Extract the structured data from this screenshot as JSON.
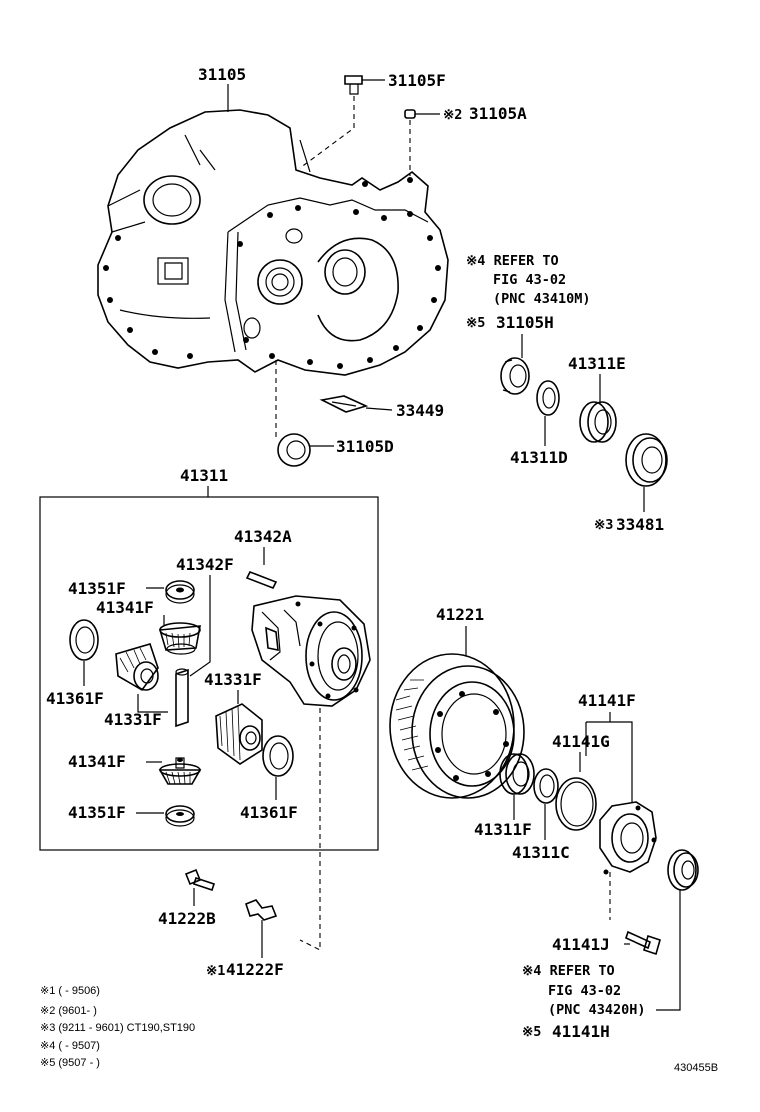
{
  "labels": {
    "case": "31105",
    "bolt_f": "31105F",
    "plug_a": "31105A",
    "plug_a_mark": "※2",
    "seal_h": "31105H",
    "seal_h_mark": "※5",
    "plate": "33449",
    "seal_d": "31105D",
    "bearing_e": "41311E",
    "shim_d": "41311D",
    "seal_33481": "33481",
    "seal_33481_mark": "※3",
    "diff_assy": "41311",
    "pin_a": "41342A",
    "shaft_f": "41342F",
    "washer_top": "41351F",
    "pinion_top": "41341F",
    "washer_left": "41361F",
    "side_gear_left": "41331F",
    "side_gear_right": "41331F",
    "pinion_bottom": "41341F",
    "washer_bottom": "41351F",
    "washer_right": "41361F",
    "ring_gear": "41221",
    "retainer_f": "41141F",
    "shim_g": "41141G",
    "bearing_f": "41311F",
    "shim_c": "41311C",
    "bolt_b": "41222B",
    "lock_plate": "41222F",
    "lock_plate_mark": "※1",
    "bolt_j": "41141J",
    "seal_41141h": "41141H",
    "seal_41141h_mark": "※5",
    "fig_number": "430455B"
  },
  "refer_top": {
    "line1": "※4 REFER TO",
    "line2": "FIG 43-02",
    "line3": "(PNC 43410M)"
  },
  "refer_bottom": {
    "line1": "※4 REFER TO",
    "line2": "FIG 43-02",
    "line3": "(PNC 43420H)"
  },
  "notes": [
    "※1 (        - 9506)",
    "※2 (9601-          )",
    "※3 (9211 - 9601) CT190,ST190",
    "※4 (        - 9507)",
    "※5 (9507 -          )"
  ]
}
